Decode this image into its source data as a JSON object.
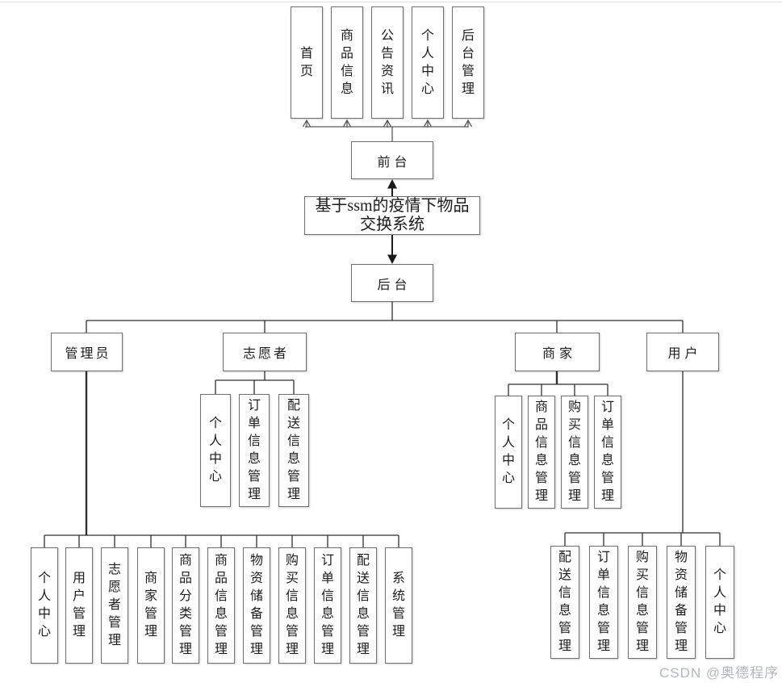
{
  "diagram": {
    "title": {
      "line1": "基于ssm的疫情下物品",
      "line2": "交换系统"
    },
    "frontend": {
      "label": "前台",
      "children": [
        "首页",
        "商品信息",
        "公告资讯",
        "个人中心",
        "后台管理"
      ]
    },
    "backend": {
      "label": "后台"
    },
    "roles": {
      "admin": {
        "label": "管理员",
        "children": [
          "个人中心",
          "用户管理",
          "志愿者管理",
          "商家管理",
          "商品分类管理",
          "商品信息管理",
          "物资储备管理",
          "购买信息管理",
          "订单信息管理",
          "配送信息管理",
          "系统管理"
        ]
      },
      "volunteer": {
        "label": "志愿者",
        "children": [
          "个人中心",
          "订单信息管理",
          "配送信息管理"
        ]
      },
      "merchant": {
        "label": "商家",
        "children": [
          "个人中心",
          "商品信息管理",
          "购买信息管理",
          "订单信息管理"
        ]
      },
      "user": {
        "label": "用户",
        "children": [
          "配送信息管理",
          "订单信息管理",
          "购买信息管理",
          "物资储备管理",
          "个人中心"
        ]
      }
    },
    "colors": {
      "line": "#2f2f2f",
      "arrow_gray": "#5a5a5a",
      "box_border": "#6f6f6f",
      "text": "#1c1c1c",
      "watermark": "#b2b6bb"
    }
  },
  "watermark": {
    "text": "CSDN @奥德程序"
  }
}
